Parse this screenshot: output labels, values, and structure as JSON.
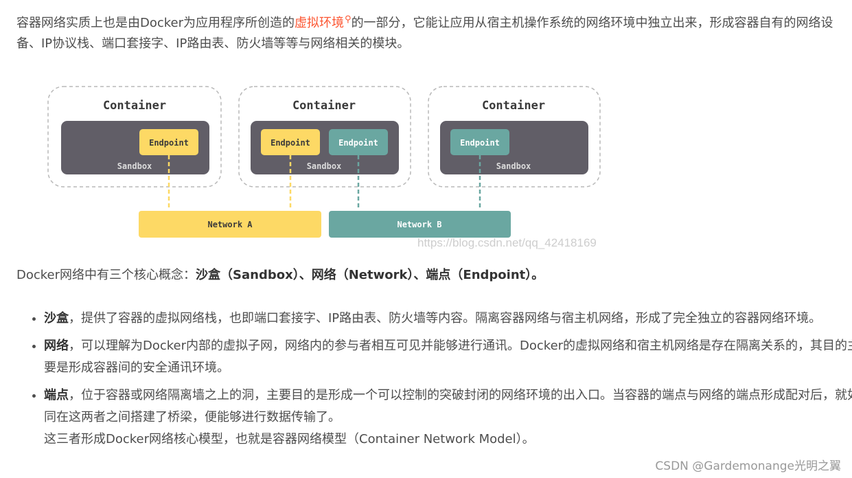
{
  "intro": {
    "before_link": "容器网络实质上也是由Docker为应用程序所创造的",
    "link_text": "虚拟环境",
    "after_link": "的一部分，它能让应用从宿主机操作系统的网络环境中独立出来，形成容器自有的网络设备、IP协议栈、端口套接字、IP路由表、防火墙等等与网络相关的模块。"
  },
  "diagram": {
    "container_label": "Container",
    "sandbox_label": "Sandbox",
    "endpoint_label": "Endpoint",
    "network_a": "Network A",
    "network_b": "Network B",
    "watermark": "https://blog.csdn.net/qq_42418169",
    "colors": {
      "sandbox": "#615e67",
      "endpoint_a": "#fdd965",
      "endpoint_b": "#6aa7a1",
      "border": "#b8b8b8"
    }
  },
  "concepts": {
    "prefix": "Docker网络中有三个核心概念：",
    "bold": "沙盒（Sandbox）、网络（Network）、端点（Endpoint）。"
  },
  "points": [
    {
      "term": "沙盒",
      "text": "，提供了容器的虚拟网络栈，也即端口套接字、IP路由表、防火墙等内容。隔离容器网络与宿主机网络，形成了完全独立的容器网络环境。"
    },
    {
      "term": "网络",
      "text": "，可以理解为Docker内部的虚拟子网，网络内的参与者相互可见并能够进行通讯。Docker的虚拟网络和宿主机网络是存在隔离关系的，其目的主要是形成容器间的安全通讯环境。"
    },
    {
      "term": "端点",
      "text": "，位于容器或网络隔离墙之上的洞，主要目的是形成一个可以控制的突破封闭的网络环境的出入口。当容器的端点与网络的端点形成配对后，就如同在这两者之间搭建了桥梁，便能够进行数据传输了。"
    }
  ],
  "summary": "这三者形成Docker网络核心模型，也就是容器网络模型（Container Network Model）。",
  "watermark": "CSDN @Gardemonange光明之翼"
}
